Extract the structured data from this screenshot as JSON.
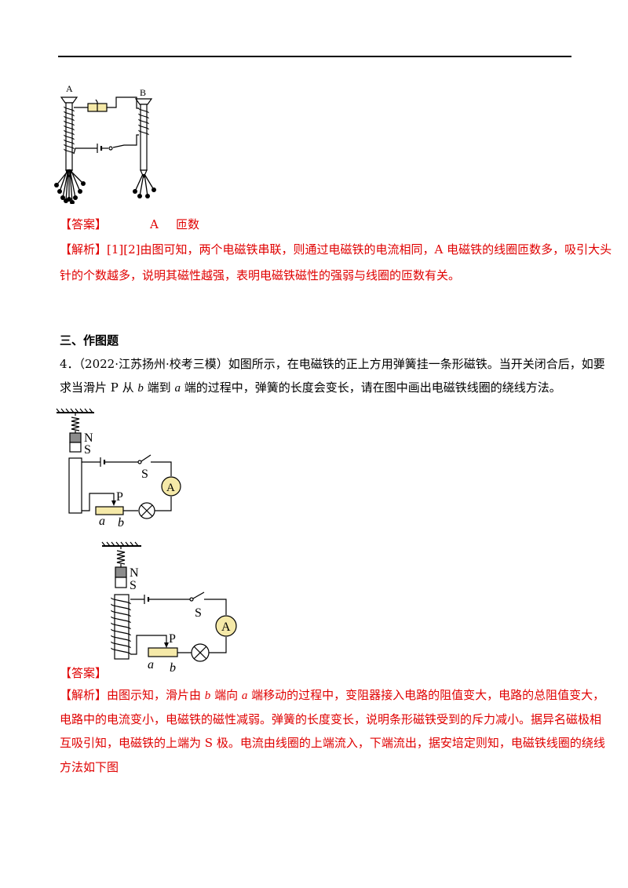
{
  "fig1": {
    "label_a": "A",
    "label_b": "B"
  },
  "answer1": {
    "tag": "【答案】",
    "val1": "A",
    "val2": "匝数"
  },
  "analysis1": {
    "tag": "【解析】",
    "line1": "[1][2]由图可知，两个电磁铁串联，则通过电磁铁的电流相同，A 电磁铁的线圈匝数多，吸引大头",
    "line2": "针的个数越多，说明其磁性越强，表明电磁铁磁性的强弱与线圈的匝数有关。"
  },
  "section": {
    "title": "三、作图题"
  },
  "q4": {
    "number": "4．",
    "source": "（2022·江苏扬州·校考三模）",
    "l1_a": "如图所示，在电磁铁的正上方用弹簧挂一条形磁铁。当开关闭合后，如要",
    "l2_a": "求当滑片 P 从 ",
    "l2_b": "b",
    "l2_c": " 端到 ",
    "l2_d": "a",
    "l2_e": " 端的过程中，弹簧的长度会变长，请在图中画出电磁铁线圈的绕线方法。"
  },
  "circuit": {
    "n": "N",
    "s": "S",
    "switch": "S",
    "ammeter": "A",
    "p": "P",
    "a": "a",
    "b": "b"
  },
  "answer2": {
    "tag": "【答案】"
  },
  "analysis2": {
    "tag": "【解析】",
    "l1_a": "由图示知，滑片由 ",
    "l1_b": "b",
    "l1_c": " 端向 ",
    "l1_d": "a",
    "l1_e": " 端移动的过程中，变阻器接入电路的阻值变大，电路的总阻值变大，",
    "line2": "电路中的电流变小，电磁铁的磁性减弱。弹簧的长度变长，说明条形磁铁受到的斥力减小。据异名磁极相",
    "line3": "互吸引知，电磁铁的上端为 S 极。电流由线圈的上端流入，下端流出，据安培定则知，电磁铁线圈的绕线",
    "line4": "方法如下图"
  }
}
